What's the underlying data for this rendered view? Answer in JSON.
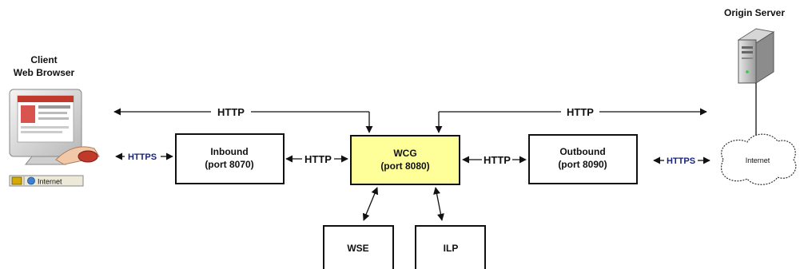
{
  "client": {
    "line1": "Client",
    "line2": "Web Browser"
  },
  "origin_server": {
    "label": "Origin Server"
  },
  "status_bar": {
    "zone_label": "Internet"
  },
  "internet_cloud": {
    "label": "Internet"
  },
  "nodes": {
    "inbound": {
      "line1": "Inbound",
      "line2": "(port 8070)"
    },
    "wcg": {
      "line1": "WCG",
      "line2": "(port 8080)"
    },
    "outbound": {
      "line1": "Outbound",
      "line2": "(port 8090)"
    },
    "wse": {
      "label": "WSE"
    },
    "ilp": {
      "label": "ILP"
    }
  },
  "connections": {
    "top_left_http": "HTTP",
    "top_right_http": "HTTP",
    "client_https": "HTTPS",
    "inbound_wcg_http": "HTTP",
    "wcg_outbound_http": "HTTP",
    "outbound_internet_https": "HTTPS"
  },
  "colors": {
    "wcg_fill": "#ffff99",
    "box_fill": "#ffffff",
    "https_label": "#1a237e",
    "line": "#111111"
  }
}
